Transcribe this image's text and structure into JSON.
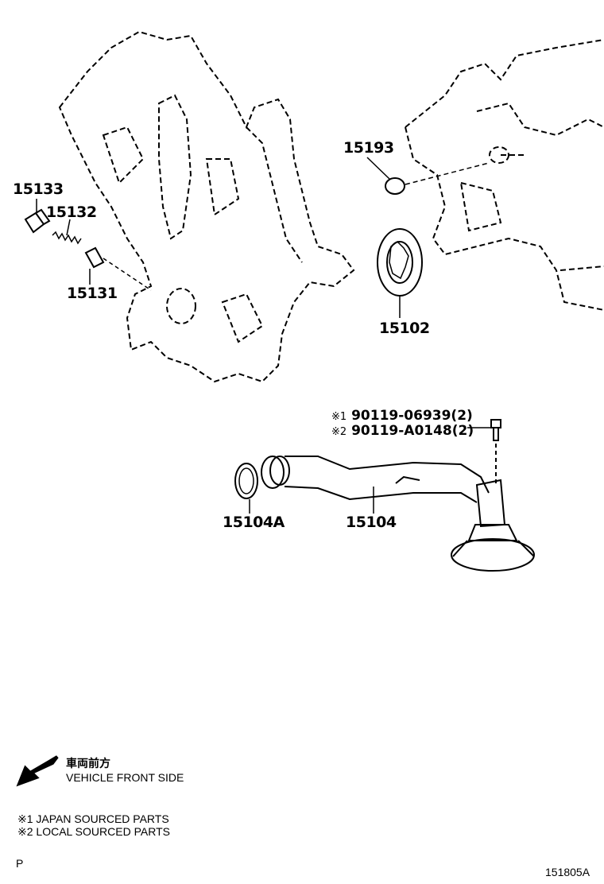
{
  "parts": {
    "p15133": "15133",
    "p15132": "15132",
    "p15131": "15131",
    "p15193": "15193",
    "p15102": "15102",
    "p15104A": "15104A",
    "p15104": "15104"
  },
  "bolts": [
    {
      "mark": "※1",
      "number": "90119-06939(2)"
    },
    {
      "mark": "※2",
      "number": "90119-A0148(2)"
    }
  ],
  "legend": {
    "direction_jp": "車両前方",
    "direction_en": "VEHICLE FRONT SIDE",
    "note1": "※1 JAPAN SOURCED PARTS",
    "note2": "※2 LOCAL SOURCED PARTS"
  },
  "corner_mark": "P",
  "diagram_id": "151805A"
}
